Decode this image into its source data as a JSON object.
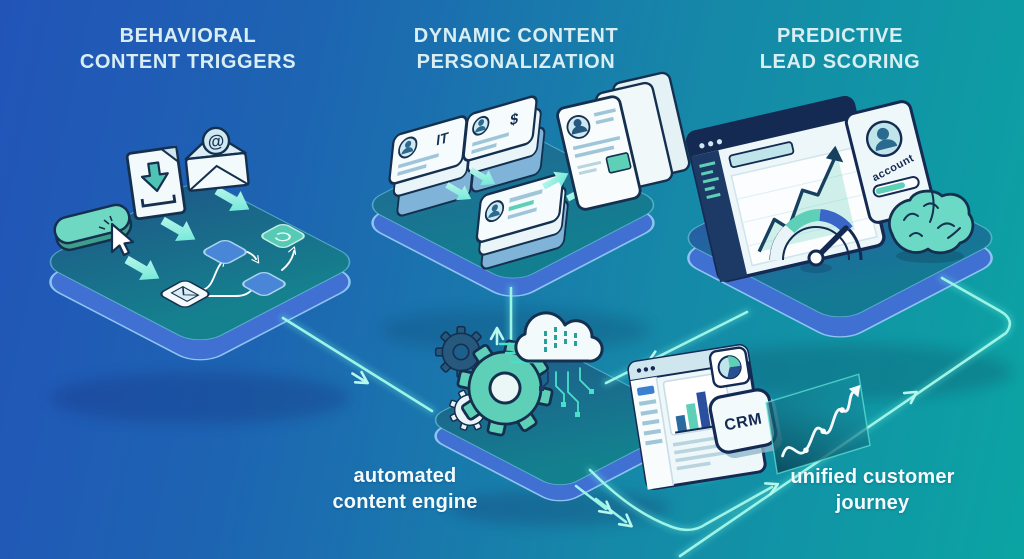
{
  "titles": {
    "behavioral": {
      "line1": "BEHAVIORAL",
      "line2": "CONTENT TRIGGERS"
    },
    "dynamic": {
      "line1": "DYNAMIC CONTENT",
      "line2": "PERSONALIZATION"
    },
    "predictive": {
      "line1": "PREDICTIVE",
      "line2": "LEAD SCORING"
    }
  },
  "captions": {
    "engine": {
      "line1": "automated",
      "line2": "content engine"
    },
    "journey": {
      "line1": "unified customer",
      "line2": "journey"
    }
  },
  "badges": {
    "crm": "CRM",
    "account": "account",
    "at_symbol": "@",
    "segment_it": "IT",
    "segment_sales": "$"
  },
  "colors": {
    "background_left": "#2254b8",
    "background_right": "#0ba4a3",
    "connector_glow": "#6ceede",
    "outline_navy": "#15304f",
    "teal_accent": "#5fd0b8",
    "card_white": "#f2fafc",
    "platform_rim_blue": "#3f70d2"
  },
  "icons": {
    "click-button-icon": "teal capsule button",
    "cursor-icon": "white pointer arrow",
    "download-file-icon": "document with down arrow",
    "open-email-icon": "open envelope with @",
    "workflow-icon": "envelope node flowchart",
    "profile-card-stack-icon": "stacked persona cards",
    "content-cards-icon": "personalized content cards",
    "analytics-window-icon": "browser with rising chart",
    "account-card-icon": "lead score card",
    "gauge-icon": "speedometer",
    "brain-icon": "AI brain",
    "gear-icon": "engine gears",
    "cloud-icon": "data cloud",
    "crm-window-icon": "CRM dashboard",
    "journey-chart-icon": "journey trend panel"
  }
}
